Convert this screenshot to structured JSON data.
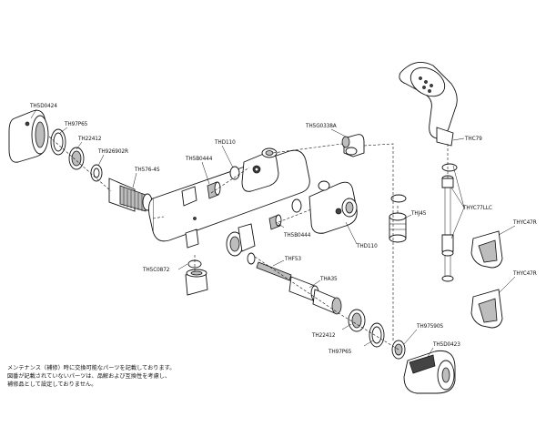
{
  "parts": {
    "th5d0424": "TH5D0424",
    "th97p65_top": "TH97P65",
    "th22412_top": "TH22412",
    "th926902r": "TH926902R",
    "th576_4s": "TH576-4S",
    "thd110_top": "THD110",
    "th5b0444_top": "TH5B0444",
    "th5g0338a": "TH5G0338A",
    "th5b0444_mid": "TH5B0444",
    "thd110_mid": "THD110",
    "th5c0872": "TH5C0872",
    "thf53": "THF53",
    "tha35": "THA35",
    "th22412_bot": "TH22412",
    "th97p65_bot": "TH97P65",
    "th97590s": "TH97590S",
    "th5d0423": "TH5D0423",
    "thc79": "THC79",
    "thj45": "THJ45",
    "thyc77llc": "THYC77LLC",
    "thyc47r_top": "THYC47R",
    "thyc47r_bot": "THYC47R"
  },
  "note": {
    "line1": "メンテナンス（補修）時に交換可能なパーツを記載しております。",
    "line2": "図番が記載されていないパーツは、品解および互換性を考慮し、",
    "line3": "補修品として設定しておりません。"
  }
}
